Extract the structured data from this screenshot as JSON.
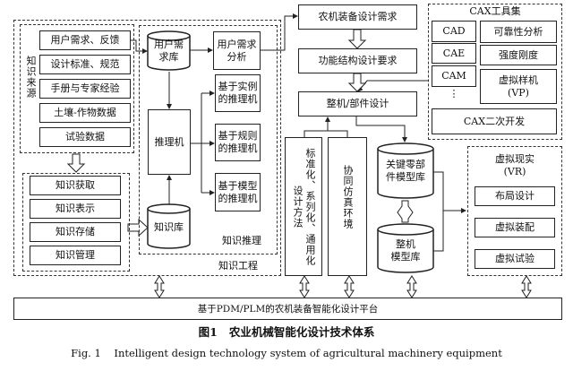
{
  "knowledge_engineering": {
    "label": "知识工程",
    "source": {
      "label": "知识来源",
      "items": [
        "用户需求、反馈",
        "设计标准、规范",
        "手册与专家经验",
        "土壤-作物数据",
        "试验数据"
      ]
    },
    "management": {
      "items": [
        "知识获取",
        "知识表示",
        "知识存储",
        "知识管理"
      ]
    },
    "reasoning": {
      "label": "知识推理",
      "user_req_db": "用户需\n求库",
      "user_req_analysis": "用户需求\n分析",
      "engine": "推理机",
      "knowledge_db": "知识库",
      "engines": [
        "基于实例\n的推理机",
        "基于规则\n的推理机",
        "基于模型\n的推理机"
      ]
    }
  },
  "design_flow": {
    "requirement": "农机装备设计需求",
    "function_req": "功能结构设计要求",
    "whole_design": "整机/部件设计",
    "standardization": "标准化、系列化、通用化设计方法",
    "cosim": "协同仿真环境",
    "key_parts_db": "关键零部件模型库",
    "machine_db": "整机\n模型库"
  },
  "cax": {
    "title": "CAX工具集",
    "tools": [
      "CAD",
      "CAE",
      "CAM",
      "⋮"
    ],
    "analysis": [
      "可靠性分析",
      "强度刚度",
      "虚拟样机\n(VP)"
    ],
    "secondary": "CAX二次开发"
  },
  "vr": {
    "title": "虚拟现实\n(VR)",
    "items": [
      "布局设计",
      "虚拟装配",
      "虚拟试验"
    ]
  },
  "platform": "基于PDM/PLM的农机装备智能化设计平台",
  "caption_cn": "图1   农业机械智能化设计技术体系",
  "caption_en": "Fig. 1    Intelligent design technology system of agricultural machinery equipment"
}
